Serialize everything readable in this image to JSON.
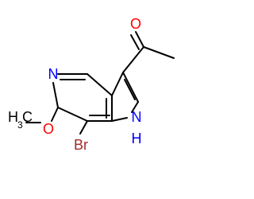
{
  "molecule": {
    "atoms": {
      "o_carbonyl": "O",
      "n_pyridine": "N",
      "o_methoxy": "O",
      "methyl_c": "C",
      "methyl_h": "H",
      "methyl_sub": "3",
      "nh_n": "N",
      "nh_h": "H",
      "br": "Br"
    },
    "colors": {
      "bond": "#000000",
      "oxygen": "#ff0000",
      "nitrogen": "#0000ff",
      "carbon": "#000000",
      "bromine": "#a52a2a"
    }
  }
}
